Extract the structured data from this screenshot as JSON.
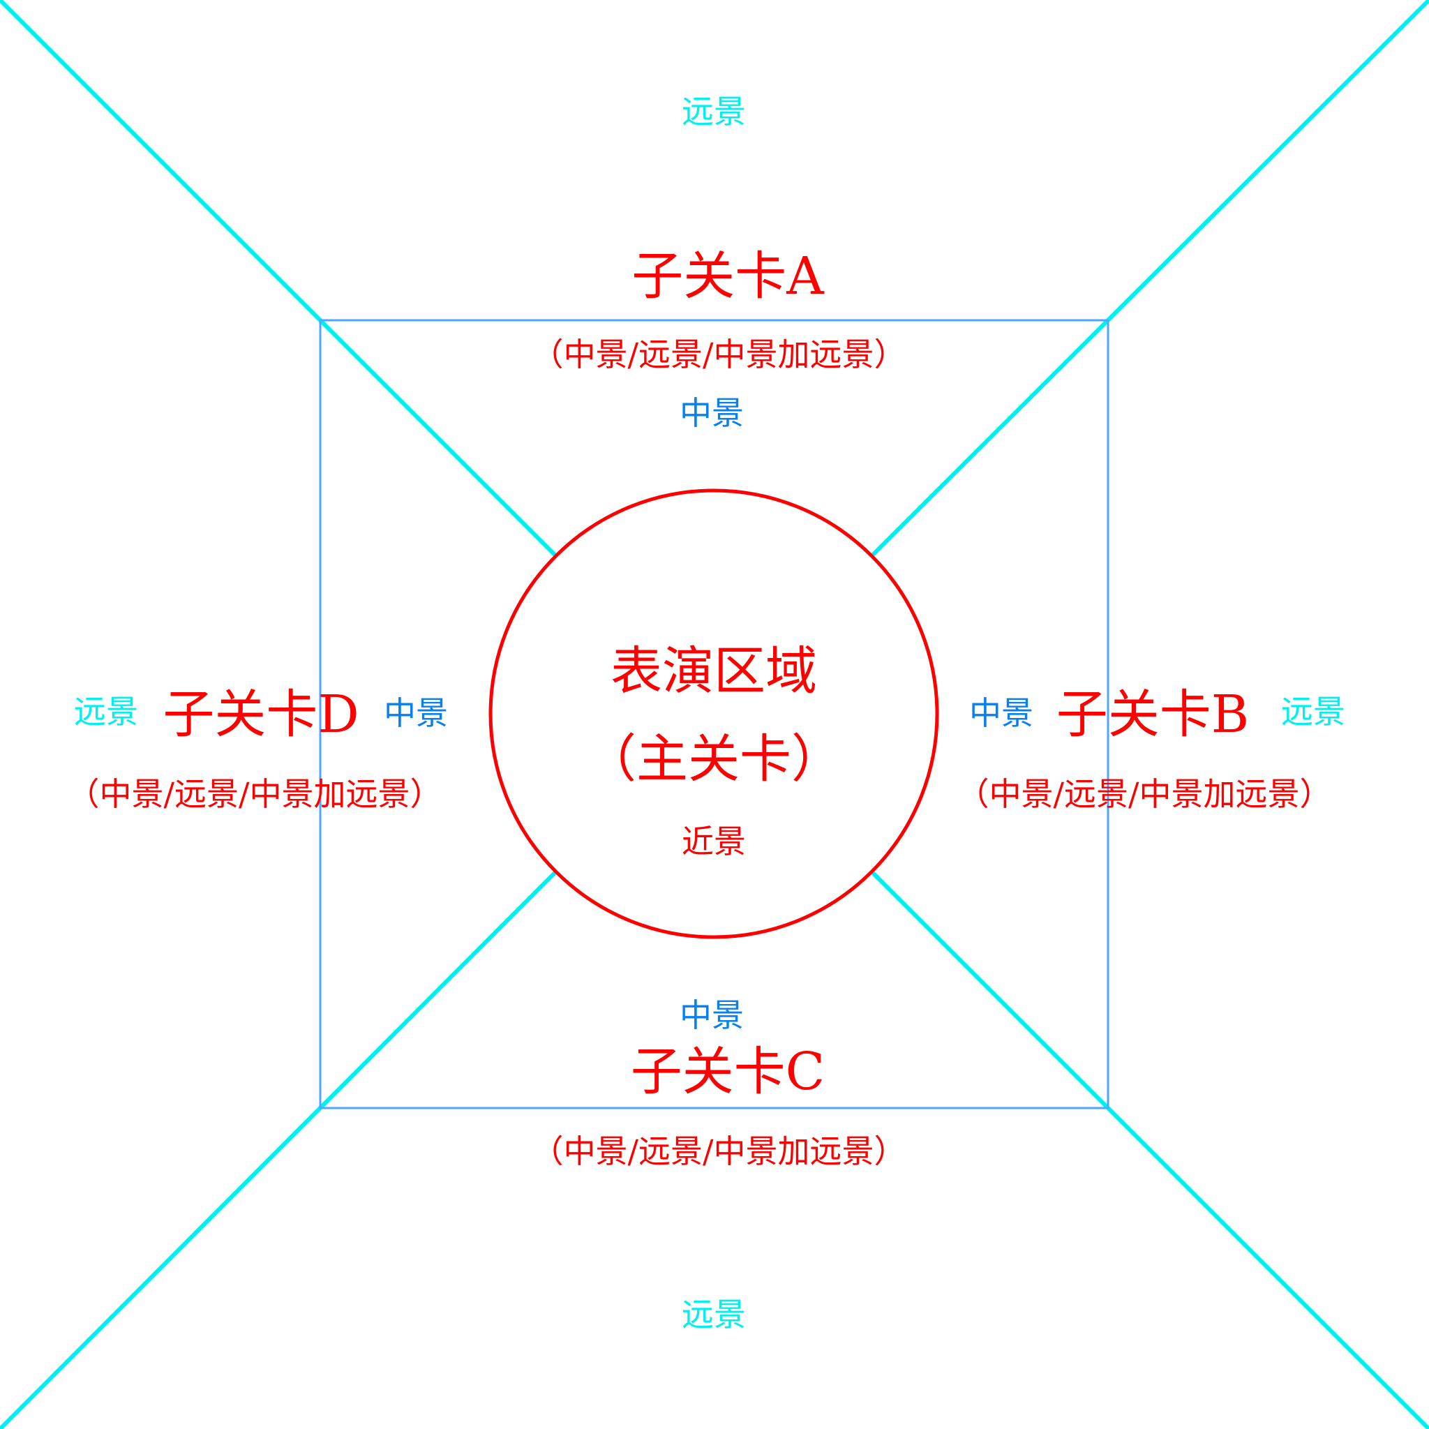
{
  "colors": {
    "far": "#00f0f0",
    "mid": "#0a7ff0",
    "red": "#ff0000",
    "square": "#4da6ff",
    "diagonal": "#00f0f0"
  },
  "center": {
    "title": "表演区域",
    "subtitle": "（主关卡）",
    "near_label": "近景"
  },
  "levels": {
    "A": {
      "title": "子关卡A",
      "desc": "（中景/远景/中景加远景）",
      "mid_label": "中景",
      "far_label": "远景"
    },
    "B": {
      "title": "子关卡B",
      "desc": "（中景/远景/中景加远景）",
      "mid_label": "中景",
      "far_label": "远景"
    },
    "C": {
      "title": "子关卡C",
      "desc": "（中景/远景/中景加远景）",
      "mid_label": "中景",
      "far_label": "远景"
    },
    "D": {
      "title": "子关卡D",
      "desc": "（中景/远景/中景加远景）",
      "mid_label": "中景",
      "far_label": "远景"
    }
  }
}
